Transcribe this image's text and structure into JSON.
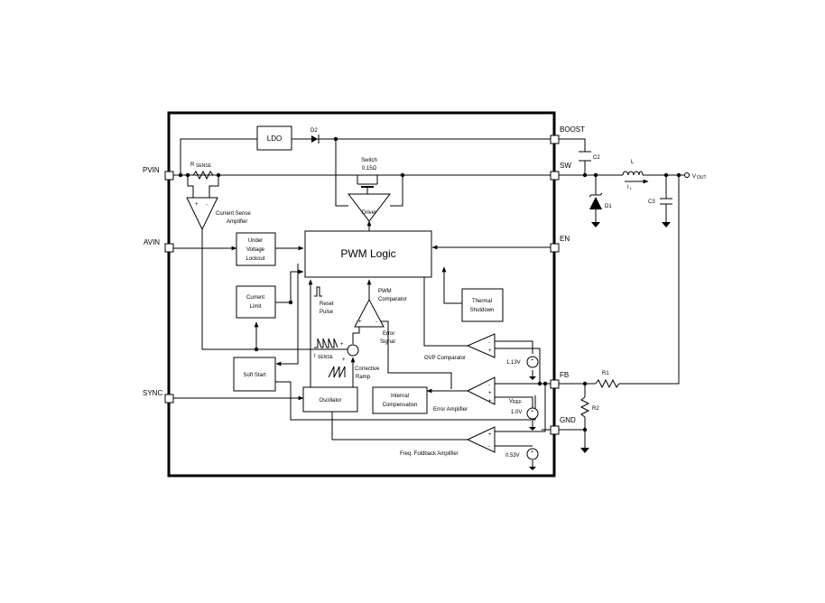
{
  "pins": {
    "pvin": "PVIN",
    "avin": "AVIN",
    "sync": "SYNC",
    "boost": "BOOST",
    "sw": "SW",
    "en": "EN",
    "fb": "FB",
    "gnd": "GND"
  },
  "blocks": {
    "ldo": "LDO",
    "uvlo": [
      "Under",
      "Voltage",
      "Lockout"
    ],
    "pwm_logic": "PWM Logic",
    "current_limit": [
      "Current",
      "Limit"
    ],
    "thermal": [
      "Thermal",
      "Shutdown"
    ],
    "soft_start": "Soft Start",
    "oscillator": "Oscillator",
    "internal_comp": [
      "Internal",
      "Compensation"
    ],
    "driver": "Driver"
  },
  "labels": {
    "d2": "D2",
    "switch": [
      "Switch",
      "0.15Ω"
    ],
    "rsense_main": "R",
    "rsense_sub": "SENSE",
    "current_sense": [
      "Current Sense",
      "Amplifier"
    ],
    "reset_pulse": [
      "Reset",
      "Pulse"
    ],
    "pwm_comparator": [
      "PWM",
      "Comparator"
    ],
    "error_signal": [
      "Error",
      "Signal"
    ],
    "isense_main": "I",
    "isense_sub": "SENSE",
    "corrective_ramp": [
      "Corrective",
      "Ramp"
    ],
    "ovp_comparator": "OVP Comparator",
    "error_amplifier": "Error Amplifier",
    "freq_foldback": "Freq. Foldback Amplifier",
    "v113": "1.13V",
    "vref_main": "V",
    "vref_sub": "REF",
    "v10": "1.0V",
    "v053": "0.53V",
    "plus": "+",
    "minus": "-"
  },
  "external": {
    "c2": "C2",
    "l": "L",
    "il_main": "I",
    "il_sub": "L",
    "d1": "D1",
    "c3": "C3",
    "vout_main": "V",
    "vout_sub": "OUT",
    "r1": "R1",
    "r2": "R2"
  }
}
